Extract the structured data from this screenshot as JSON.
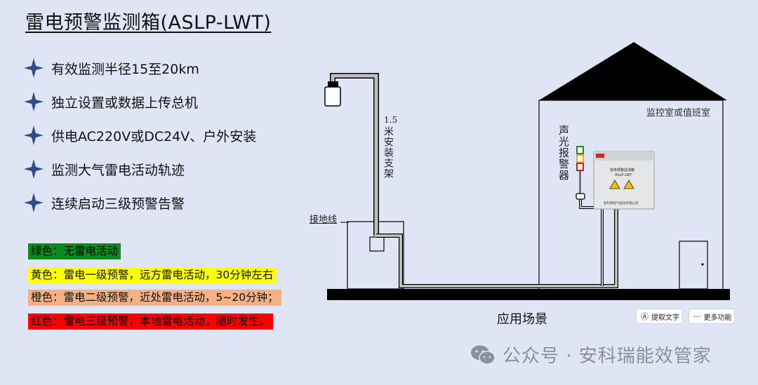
{
  "title": "雷电预警监测箱(ASLP-LWT)",
  "features": [
    "有效监测半径15至20km",
    "独立设置或数据上传总机",
    "供电AC220V或DC24V、户外安装",
    "监测大气雷电活动轨迹",
    "连续启动三级预警告警"
  ],
  "legend": {
    "green": "绿色：无雷电活动",
    "yellow": "黄色：雷电一级预警，远方雷电活动，30分钟左右",
    "orange": "橙色：雷电二级预警，近处雷电活动，5~20分钟；",
    "red": "红色：雷电三级预警，本地雷电活动，随时发生。"
  },
  "diagram": {
    "pole_label_num": "1.5",
    "pole_label_text": "米安装支架",
    "ground_wire_label": "接地线",
    "room_label": "监控室或值班室",
    "alarm_label": "声光报警器",
    "box_title": "雷电预警监测箱",
    "box_model": "ASLP-LWT",
    "box_footer": "安科瑞电气股份有限公司",
    "caption": "应用场景"
  },
  "toolbar": {
    "extract_text": "提取文字",
    "more": "更多功能"
  },
  "watermark": "公众号 · 安科瑞能效管家",
  "colors": {
    "background": "#dfe5f4",
    "green": "#0b8c1f",
    "yellow": "#ffff00",
    "orange": "#f4b183",
    "red": "#ff0000",
    "star": "#2f4b8c"
  }
}
